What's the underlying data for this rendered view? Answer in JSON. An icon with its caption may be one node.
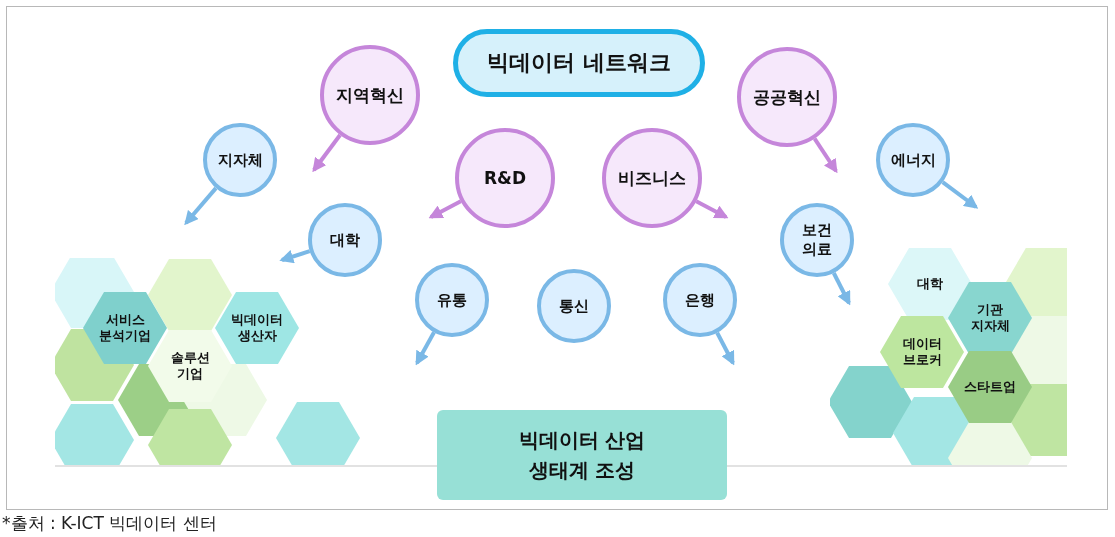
{
  "diagram": {
    "caption": "*출처 : K-ICT 빅데이터 센터",
    "nodes": [
      {
        "text": [
          "빅데이터 네트워크"
        ]
      },
      {
        "text": [
          "지역혁신"
        ]
      },
      {
        "text": [
          "공공혁신"
        ]
      },
      {
        "text": [
          "지자체"
        ]
      },
      {
        "text": [
          "R&D"
        ]
      },
      {
        "text": [
          "비즈니스"
        ]
      },
      {
        "text": [
          "에너지"
        ]
      },
      {
        "text": [
          "대학"
        ]
      },
      {
        "text": [
          "보건 의료"
        ]
      },
      {
        "text": [
          "유통"
        ]
      },
      {
        "text": [
          "통신"
        ]
      },
      {
        "text": [
          "은행"
        ]
      },
      {
        "text": [
          "빅데이터 산업 생태계 조성"
        ]
      },
      {
        "text": [
          "서비스 분석기업"
        ]
      },
      {
        "text": [
          "빅데이터 생산자"
        ]
      },
      {
        "text": [
          "솔루션 기업"
        ]
      },
      {
        "text": [
          "대학"
        ]
      },
      {
        "text": [
          "기관 지자체"
        ]
      },
      {
        "text": [
          "데이터 브로커"
        ]
      },
      {
        "text": [
          "스타트업"
        ]
      }
    ],
    "edges": [
      {
        "from": 1,
        "to": null,
        "arrow": "to",
        "color": "#c586da"
      },
      {
        "from": 2,
        "to": null,
        "arrow": "to",
        "color": "#c586da"
      },
      {
        "from": 4,
        "to": null,
        "arrow": "to",
        "color": "#c586da"
      },
      {
        "from": 5,
        "to": null,
        "arrow": "to",
        "color": "#c586da"
      },
      {
        "from": 3,
        "to": null,
        "arrow": "to"
      },
      {
        "from": 6,
        "to": null,
        "arrow": "to"
      },
      {
        "from": 7,
        "to": null,
        "arrow": "to"
      },
      {
        "from": 8,
        "to": null,
        "arrow": "to"
      },
      {
        "from": 9,
        "to": null,
        "arrow": "to"
      },
      {
        "from": 11,
        "to": null,
        "arrow": "to"
      }
    ]
  }
}
